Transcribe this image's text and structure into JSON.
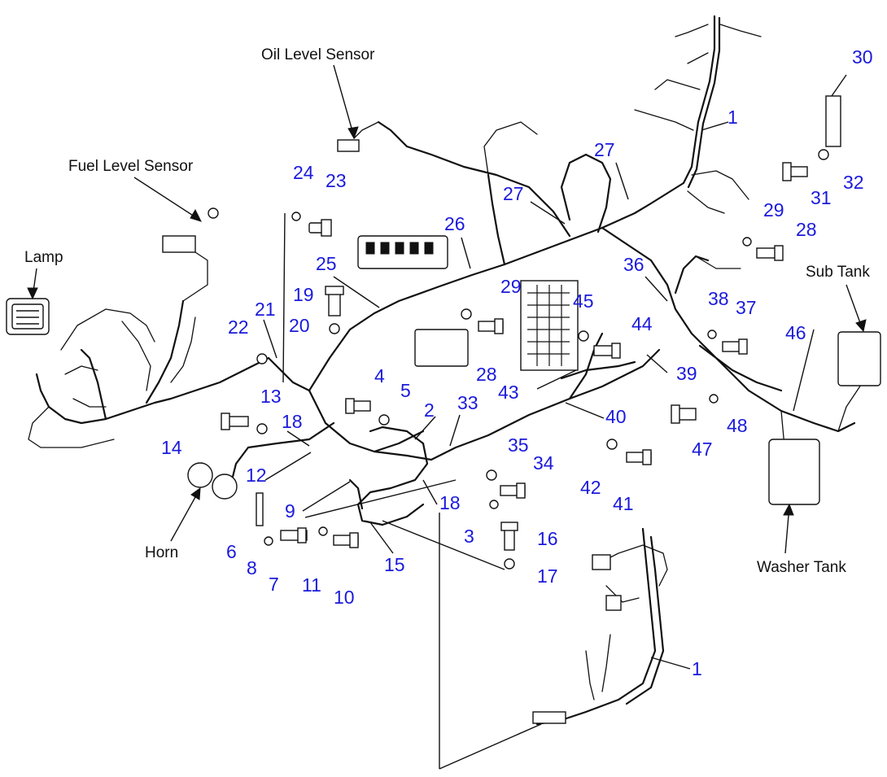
{
  "diagram": {
    "labels": {
      "oil_level_sensor": "Oil Level Sensor",
      "fuel_level_sensor": "Fuel Level Sensor",
      "lamp": "Lamp",
      "horn": "Horn",
      "sub_tank": "Sub Tank",
      "washer_tank": "Washer Tank"
    },
    "part_numbers": [
      {
        "id": "p1a",
        "text": "1"
      },
      {
        "id": "p1b",
        "text": "1"
      },
      {
        "id": "p2",
        "text": "2"
      },
      {
        "id": "p3",
        "text": "3"
      },
      {
        "id": "p4",
        "text": "4"
      },
      {
        "id": "p5",
        "text": "5"
      },
      {
        "id": "p6",
        "text": "6"
      },
      {
        "id": "p7",
        "text": "7"
      },
      {
        "id": "p8",
        "text": "8"
      },
      {
        "id": "p9",
        "text": "9"
      },
      {
        "id": "p10",
        "text": "10"
      },
      {
        "id": "p11",
        "text": "11"
      },
      {
        "id": "p12",
        "text": "12"
      },
      {
        "id": "p13",
        "text": "13"
      },
      {
        "id": "p14",
        "text": "14"
      },
      {
        "id": "p15",
        "text": "15"
      },
      {
        "id": "p16",
        "text": "16"
      },
      {
        "id": "p17",
        "text": "17"
      },
      {
        "id": "p18a",
        "text": "18"
      },
      {
        "id": "p18b",
        "text": "18"
      },
      {
        "id": "p19",
        "text": "19"
      },
      {
        "id": "p20",
        "text": "20"
      },
      {
        "id": "p21",
        "text": "21"
      },
      {
        "id": "p22",
        "text": "22"
      },
      {
        "id": "p23",
        "text": "23"
      },
      {
        "id": "p24",
        "text": "24"
      },
      {
        "id": "p25",
        "text": "25"
      },
      {
        "id": "p26",
        "text": "26"
      },
      {
        "id": "p27a",
        "text": "27"
      },
      {
        "id": "p27b",
        "text": "27"
      },
      {
        "id": "p28a",
        "text": "28"
      },
      {
        "id": "p28b",
        "text": "28"
      },
      {
        "id": "p29a",
        "text": "29"
      },
      {
        "id": "p29b",
        "text": "29"
      },
      {
        "id": "p30",
        "text": "30"
      },
      {
        "id": "p31",
        "text": "31"
      },
      {
        "id": "p32",
        "text": "32"
      },
      {
        "id": "p33",
        "text": "33"
      },
      {
        "id": "p34",
        "text": "34"
      },
      {
        "id": "p35",
        "text": "35"
      },
      {
        "id": "p36",
        "text": "36"
      },
      {
        "id": "p37",
        "text": "37"
      },
      {
        "id": "p38",
        "text": "38"
      },
      {
        "id": "p39",
        "text": "39"
      },
      {
        "id": "p40",
        "text": "40"
      },
      {
        "id": "p41",
        "text": "41"
      },
      {
        "id": "p42",
        "text": "42"
      },
      {
        "id": "p43",
        "text": "43"
      },
      {
        "id": "p44",
        "text": "44"
      },
      {
        "id": "p45",
        "text": "45"
      },
      {
        "id": "p46",
        "text": "46"
      },
      {
        "id": "p47",
        "text": "47"
      },
      {
        "id": "p48",
        "text": "48"
      }
    ]
  }
}
